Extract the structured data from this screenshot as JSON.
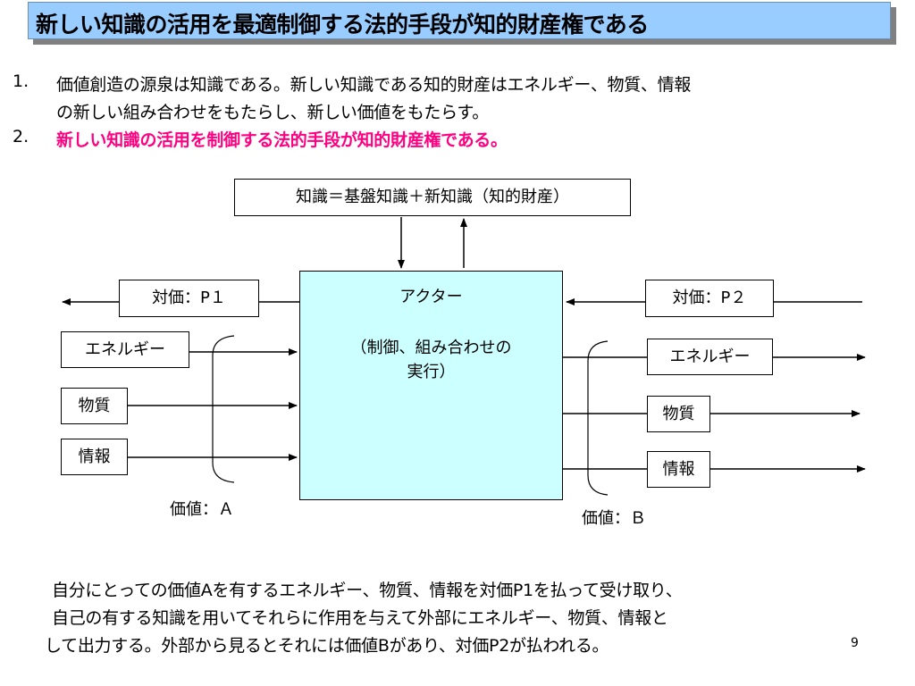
{
  "title": "新しい知識の活用を最適制御する法的手段が知的財産権である",
  "list": {
    "item1_num": "1.",
    "item1_line1": "価値創造の源泉は知識である。新しい知識である知的財産はエネルギー、物質、情報",
    "item1_line2": "の新しい組み合わせをもたらし、新しい価値をもたらす。",
    "item2_num": "2.",
    "item2_text": "新しい知識の活用を制御する法的手段が知的財産権である。"
  },
  "diagram": {
    "knowledge_box": "知識＝基盤知識＋新知識（知的財産）",
    "actor_title": "アクター",
    "actor_desc": "（制御、組み合わせの\n実行）",
    "left": {
      "payment": "対価：P１",
      "energy": "エネルギー",
      "matter": "物質",
      "information": "情報",
      "value": "価値：Ａ"
    },
    "right": {
      "payment": "対価：P２",
      "energy": "エネルギー",
      "matter": "物質",
      "information": "情報",
      "value": "価値：Ｂ"
    }
  },
  "paragraph": {
    "line1": "自分にとっての価値Aを有するエネルギー、物質、情報を対価P1を払って受け取り、",
    "line2": "自己の有する知識を用いてそれらに作用を与えて外部にエネルギー、物質、情報と",
    "line3": "して出力する。外部から見るとそれには価値Bがあり、対価P2が払われる。"
  },
  "page_number": "9",
  "colors": {
    "title_bg": "#99ccff",
    "actor_bg": "#ccffff",
    "highlight": "#ff0080"
  }
}
